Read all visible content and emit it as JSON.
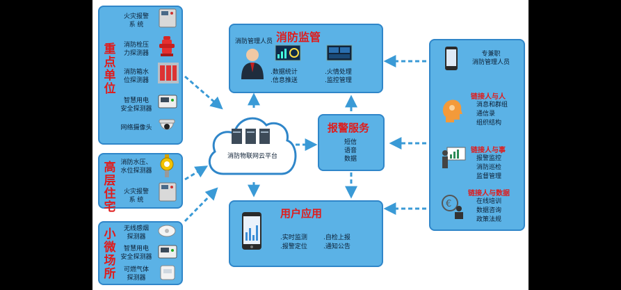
{
  "groups": [
    {
      "title": "重点\n单位",
      "items": [
        "火灾报警\n系 统",
        "消防栓压\n力探测器",
        "消防箱水\n位探测器",
        "智慧用电\n安全探测器",
        "网络摄像头"
      ]
    },
    {
      "title": "高层\n住宅",
      "items": [
        "消防水压、\n水位探测器",
        "火灾报警\n系 统"
      ]
    },
    {
      "title": "小微\n场所",
      "items": [
        "无线感烟\n探测器",
        "智慧用电\n安全探测器",
        "可燃气体\n探测器"
      ]
    }
  ],
  "cloud": {
    "label": "消防物联网云平台"
  },
  "supervision": {
    "title": "消防监管",
    "person": "消防管理人员",
    "items": [
      ".数据统计",
      ".火情处理",
      ".信息推送",
      ".监控管理"
    ]
  },
  "alarm": {
    "title": "报警服务",
    "items": [
      "短信",
      "语音",
      "数据"
    ]
  },
  "userapp": {
    "title": "用户应用",
    "items": [
      ".实时监测",
      ".自检上报",
      ".报警定位",
      ".通知公告"
    ]
  },
  "right": {
    "header": "专兼职\n消防管理人员",
    "sections": [
      {
        "title": "链接人与人",
        "items": [
          "消息和群组",
          "通信录",
          "组织结构"
        ]
      },
      {
        "title": "链接人与事",
        "items": [
          "报警监控",
          "消防巡检",
          "监督管理"
        ]
      },
      {
        "title": "链接人与数据",
        "items": [
          "在线培训",
          "数据咨询",
          "政策法规"
        ]
      }
    ]
  },
  "colors": {
    "panel": "#5bb2e6",
    "border": "#2f86c9",
    "title_red": "#e01b1b",
    "arrow": "#3a9ad6",
    "black_bars": "#000000"
  }
}
